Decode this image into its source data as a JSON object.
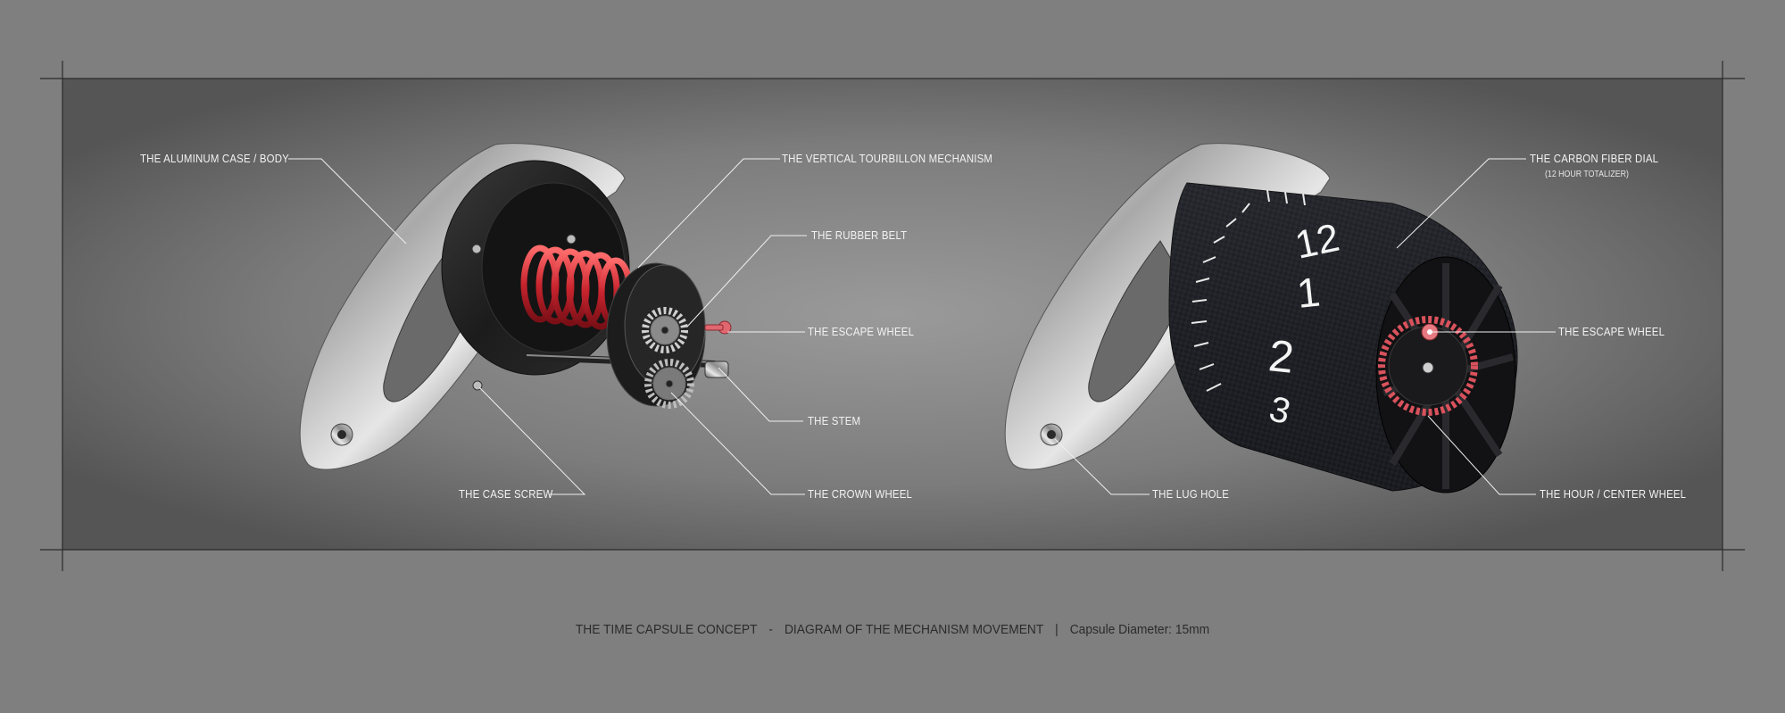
{
  "diagram": {
    "left": {
      "labels": {
        "aluminum_case": "THE ALUMINUM CASE / BODY",
        "tourbillon": "THE VERTICAL TOURBILLON MECHANISM",
        "rubber_belt": "THE RUBBER BELT",
        "escape_wheel": "THE ESCAPE WHEEL",
        "stem": "THE STEM",
        "crown_wheel": "THE CROWN WHEEL",
        "case_screw": "THE CASE SCREW"
      }
    },
    "right": {
      "labels": {
        "carbon_dial": "THE CARBON FIBER DIAL",
        "carbon_dial_sub": "(12 HOUR TOTALIZER)",
        "escape_wheel": "THE ESCAPE WHEEL",
        "lug_hole": "THE LUG HOLE",
        "hour_center_wheel": "THE HOUR / CENTER WHEEL"
      },
      "dial_numerals": [
        "12",
        "1",
        "2",
        "3"
      ]
    }
  },
  "caption": {
    "part1": "THE TIME CAPSULE CONCEPT",
    "dash": "-",
    "part2": "DIAGRAM OF THE MECHANISM MOVEMENT",
    "pipe": "|",
    "part3": "Capsule Diameter: 15mm"
  },
  "colors": {
    "background": "#7f7f7f",
    "panel": "#585858",
    "spring_red": "#c8242e",
    "label_text": "#f2f2f2",
    "caption_text": "#2b2b2b"
  }
}
